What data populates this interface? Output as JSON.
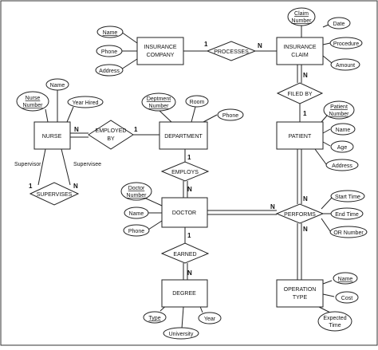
{
  "colors": {
    "stroke": "#222222",
    "fill": "#ffffff",
    "text": "#111111"
  },
  "entities": {
    "insurance_company": {
      "line1": "INSURANCE",
      "line2": "COMPANY"
    },
    "insurance_claim": {
      "line1": "INSURANCE",
      "line2": "CLAIM"
    },
    "nurse": "NURSE",
    "department": "DEPARTMENT",
    "patient": "PATIENT",
    "doctor": "DOCTOR",
    "degree": "DEGREE",
    "operation_type": {
      "line1": "OPERATION",
      "line2": "TYPE"
    }
  },
  "relationships": {
    "processes": "PROCESSES",
    "filed_by": "FILED BY",
    "employed_by": {
      "line1": "EMPLOYED",
      "line2": "BY"
    },
    "employs": "EMPLOYS",
    "supervises": "SUPERVISES",
    "performs": "PERFORMS",
    "earned": "EARNED"
  },
  "attributes": {
    "company_name": "Name",
    "company_phone": "Phone",
    "company_address": "Address",
    "claim_number": {
      "line1": "Claim",
      "line2": "Number"
    },
    "claim_date": "Date",
    "claim_procedure": "Procedure",
    "claim_amount": "Amount",
    "nurse_number": {
      "line1": "Nurse",
      "line2": "Number"
    },
    "nurse_name": "Name",
    "nurse_year_hired": "Year Hired",
    "dept_number": {
      "line1": "Deptment",
      "line2": "Number"
    },
    "dept_room": "Room",
    "dept_phone": "Phone",
    "patient_number": {
      "line1": "Patient",
      "line2": "Number"
    },
    "patient_name": "Name",
    "patient_age": "Age",
    "patient_address": "Address",
    "doctor_number": {
      "line1": "Doctor",
      "line2": "Number"
    },
    "doctor_name": "Name",
    "doctor_phone": "Phone",
    "perf_start": "Start Time",
    "perf_end": "End Time",
    "perf_or": "OR Number",
    "degree_type": "Type",
    "degree_year": "Year",
    "degree_university": "University",
    "op_name": "Name",
    "op_cost": "Cost",
    "op_expected": {
      "line1": "Expected",
      "line2": "Time"
    }
  },
  "cardinalities": {
    "company_processes": "1",
    "processes_claim": "N",
    "claim_filedby": "N",
    "filedby_patient": "1",
    "nurse_employed": "N",
    "employed_dept": "1",
    "dept_employs": "1",
    "employs_doctor": "N",
    "supervises_left": "1",
    "supervises_right": "N",
    "doctor_performs": "N",
    "patient_performs": "N",
    "performs_op": "N",
    "doctor_earned": "1",
    "earned_degree": "N"
  },
  "roles": {
    "supervisor": "Supervisor",
    "supervisee": "Supervisee"
  }
}
